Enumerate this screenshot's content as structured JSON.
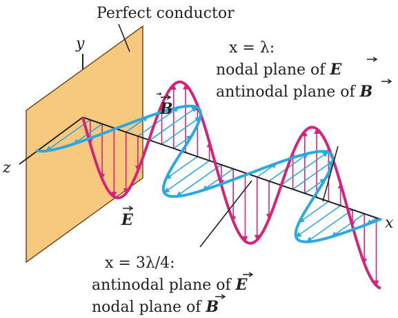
{
  "labels": {
    "conductor": "Perfect conductor",
    "y_axis": "y",
    "z_axis": "z",
    "x_axis": "x",
    "b_field": "B",
    "e_field": "E",
    "plane_lambda": {
      "line1": "x = λ:",
      "line2_prefix": "nodal plane of ",
      "line2_sym": "E",
      "line3_prefix": "antinodal plane of ",
      "line3_sym": "B"
    },
    "plane_3lambda4": {
      "line1": "x = 3λ/4:",
      "line2_prefix": "antinodal plane of ",
      "line2_sym": "E",
      "line3_prefix": "nodal plane of ",
      "line3_sym": "B"
    }
  },
  "colors": {
    "e_field": "#d6237a",
    "b_field": "#2aa8e0",
    "conductor_fill": "#f6c97f",
    "conductor_stroke": "#6b4b1e",
    "axis": "#231f20"
  }
}
